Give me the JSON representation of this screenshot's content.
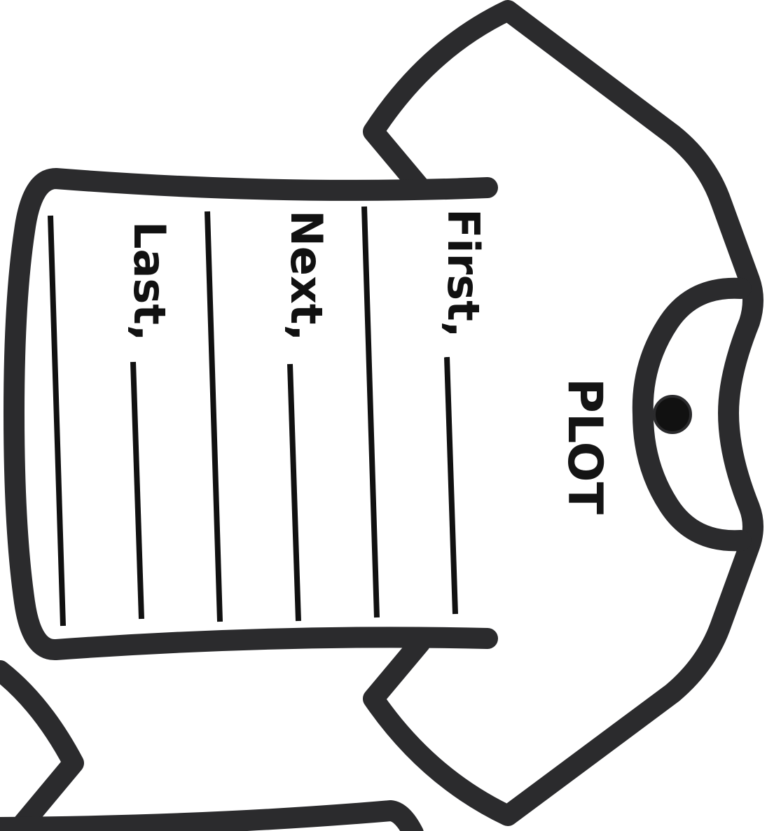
{
  "worksheet": {
    "title": "PLOT",
    "prompts": [
      {
        "label": "First,"
      },
      {
        "label": "Next,"
      },
      {
        "label": "Last,"
      }
    ]
  },
  "colors": {
    "outline": "#2b2b2d",
    "ink": "#111111",
    "background": "#ffffff"
  },
  "icons": {
    "button": "circle-dot",
    "shirt": "t-shirt-outline"
  }
}
